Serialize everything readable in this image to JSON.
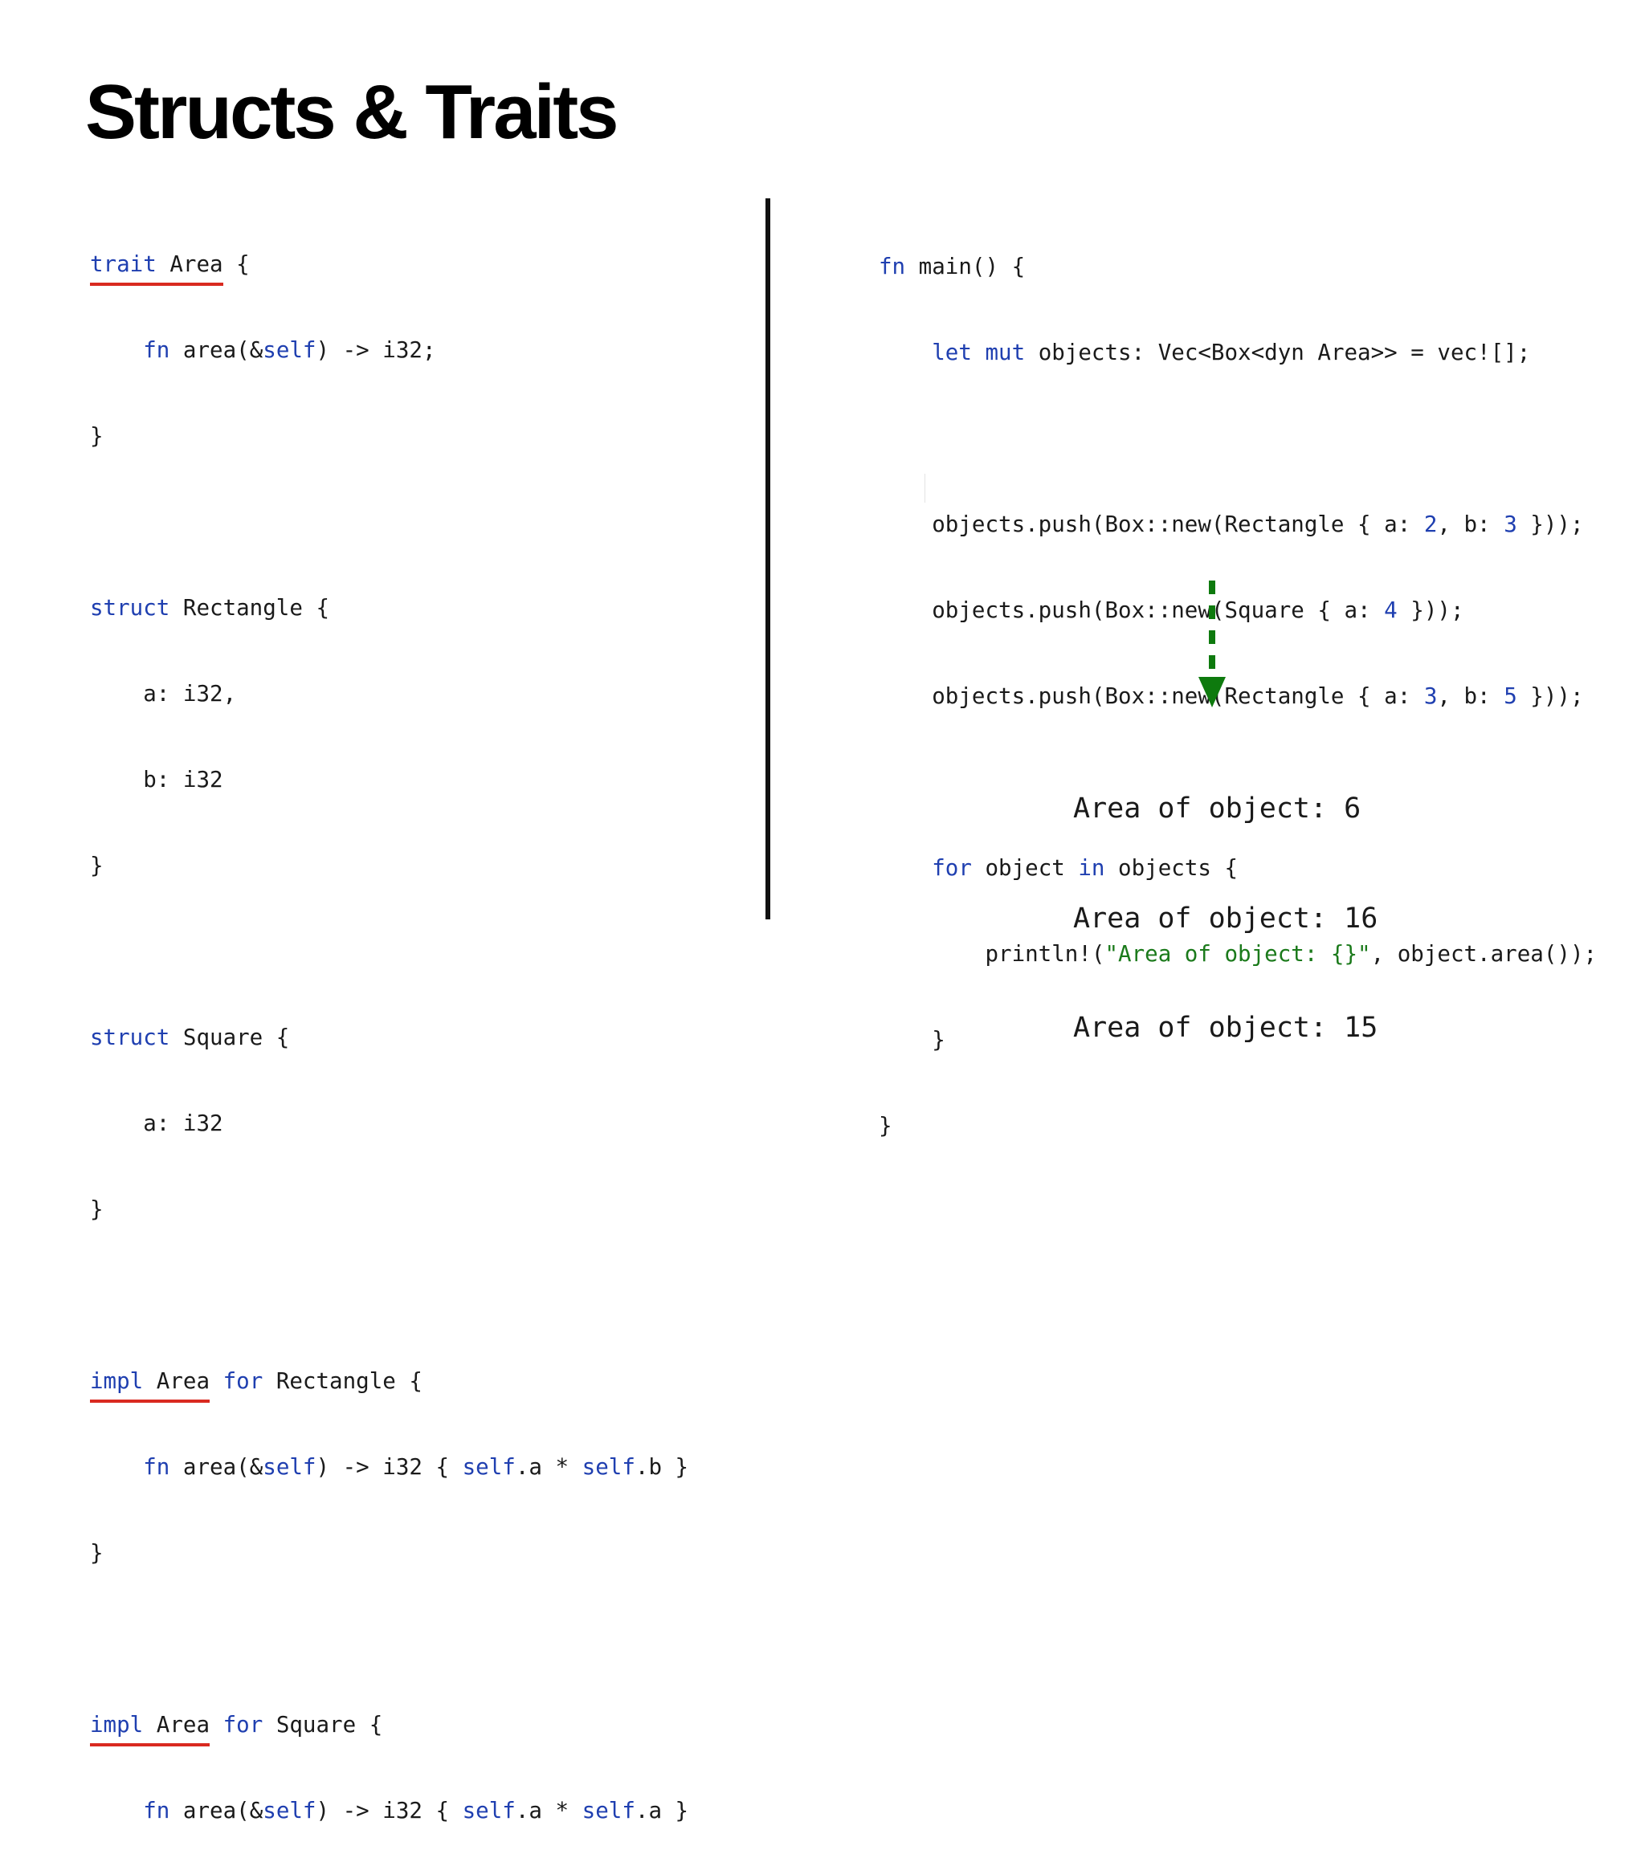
{
  "slide": {
    "title": "Structs & Traits"
  },
  "left_code": {
    "trait_kw": "trait",
    "trait_name": " Area",
    "trait_open": " {",
    "trait_fn_kw": "fn",
    "trait_fn_rest1": " area(&",
    "trait_fn_self": "self",
    "trait_fn_rest2": ") -> i32;",
    "trait_close": "}",
    "rect_kw": "struct",
    "rect_rest": " Rectangle {",
    "rect_field_a": "a: i32,",
    "rect_field_b": "b: i32",
    "rect_close": "}",
    "square_kw": "struct",
    "square_rest": " Square {",
    "square_field_a": "a: i32",
    "square_close": "}",
    "impl1_kw": "impl",
    "impl1_name": " Area",
    "impl1_for": "for",
    "impl1_rest": " Rectangle {",
    "impl1_fn_kw": "fn",
    "impl1_fn_rest1": " area(&",
    "impl1_fn_self1": "self",
    "impl1_fn_rest2": ") -> i32 { ",
    "impl1_fn_self2": "self",
    "impl1_fn_rest3": ".a * ",
    "impl1_fn_self3": "self",
    "impl1_fn_rest4": ".b }",
    "impl1_close": "}",
    "impl2_kw": "impl",
    "impl2_name": " Area",
    "impl2_for": "for",
    "impl2_rest": " Square {",
    "impl2_fn_kw": "fn",
    "impl2_fn_rest1": " area(&",
    "impl2_fn_self1": "self",
    "impl2_fn_rest2": ") -> i32 { ",
    "impl2_fn_self2": "self",
    "impl2_fn_rest3": ".a * ",
    "impl2_fn_self3": "self",
    "impl2_fn_rest4": ".a }",
    "impl2_close": "}"
  },
  "right_code": {
    "main_kw": "fn",
    "main_rest": " main() {",
    "let_kw": "let",
    "mut_kw": "mut",
    "let_rest": " objects: Vec<Box<dyn Area>> = vec![];",
    "push1_a": "objects.push(Box::new(Rectangle { a: ",
    "push1_n1": "2",
    "push1_b": ", b: ",
    "push1_n2": "3",
    "push1_c": " }));",
    "push2_a": "objects.push(Box::new(Square { a: ",
    "push2_n1": "4",
    "push2_c": " }));",
    "push3_a": "objects.push(Box::new(Rectangle { a: ",
    "push3_n1": "3",
    "push3_b": ", b: ",
    "push3_n2": "5",
    "push3_c": " }));",
    "for_kw": "for",
    "for_mid": " object ",
    "in_kw": "in",
    "for_rest": " objects {",
    "println_a": "println!(",
    "println_str": "\"Area of object: {}\"",
    "println_b": ", object.area());",
    "for_close": "}",
    "main_close": "}"
  },
  "output": {
    "lines": [
      "Area of object: 6",
      "Area of object: 16",
      "Area of object: 15"
    ]
  },
  "colors": {
    "keyword": "#1f3fb0",
    "string": "#1b7a1b",
    "underline": "#d92a20",
    "arrow": "#0e7a0e"
  }
}
